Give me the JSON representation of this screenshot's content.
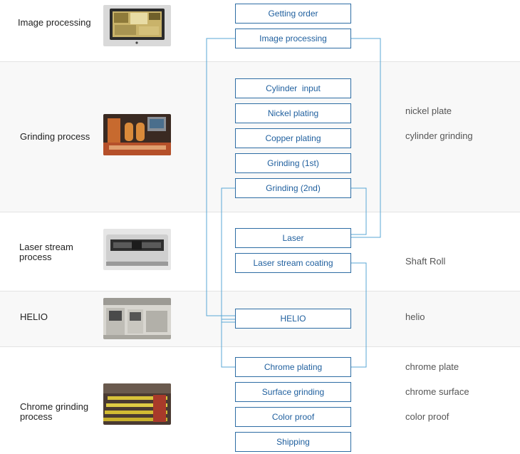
{
  "stages": [
    {
      "label": "Image processing",
      "image": "monitor-screen-image"
    },
    {
      "label": "Grinding process",
      "image": "grinding-machine-image"
    },
    {
      "label": "Laser stream\nprocess",
      "image": "laser-engraver-image"
    },
    {
      "label": "HELIO",
      "image": "helio-machines-image"
    },
    {
      "label": "Chrome grinding\nprocess",
      "image": "chrome-plating-line-image"
    }
  ],
  "steps": [
    "Getting order",
    "Image processing",
    "Cylinder  input",
    "Nickel plating",
    "Copper plating",
    "Grinding (1st)",
    "Grinding (2nd)",
    "Laser",
    "Laser stream coating",
    "HELIO",
    "Chrome plating",
    "Surface grinding",
    "Color proof",
    "Shipping"
  ],
  "notes": [
    "nickel plate",
    "cylinder grinding",
    "Shaft Roll",
    "helio",
    "chrome plate",
    "chrome surface",
    "color proof"
  ],
  "colors": {
    "box_border": "#2e6da4",
    "box_text": "#1f5f9e",
    "connector": "#5aa7d6"
  }
}
